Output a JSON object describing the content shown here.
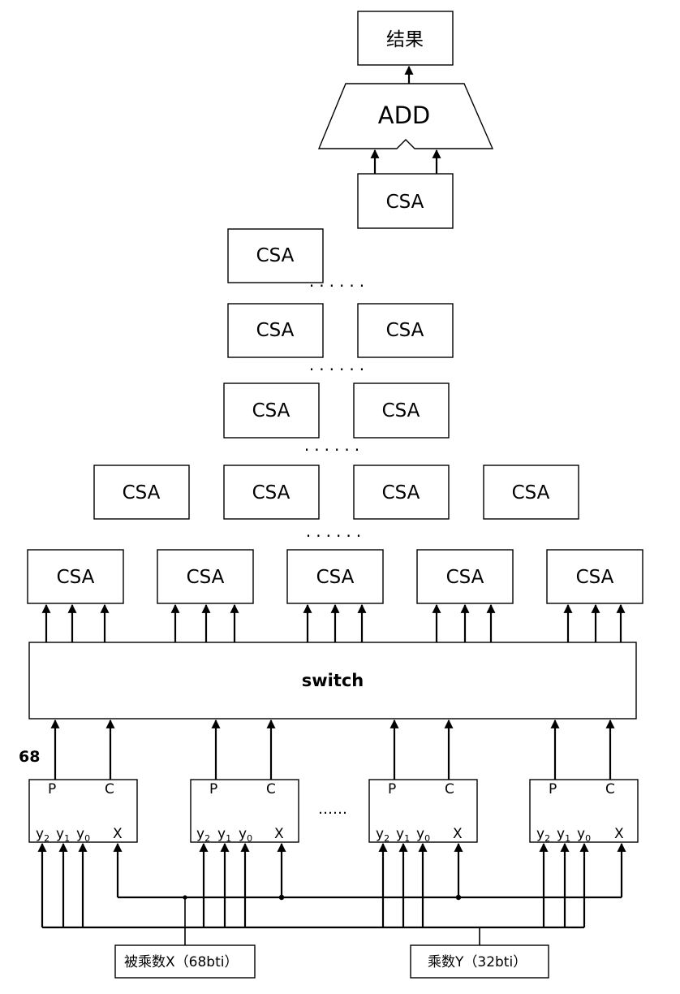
{
  "result_label": "结果",
  "adder_label": "ADD",
  "csa_label": "CSA",
  "switch_label": "switch",
  "width_label": "68",
  "dots": "······",
  "booth_dots": "……",
  "encoder": {
    "p_label": "P",
    "c_label": "C",
    "y2": "y",
    "y2_sub": "2",
    "y1": "y",
    "y1_sub": "1",
    "y0": "y",
    "y0_sub": "0",
    "x_label": "X"
  },
  "inputs": {
    "multiplicand": "被乘数X（68bti）",
    "multiplier": "乘数Y（32bti）"
  }
}
